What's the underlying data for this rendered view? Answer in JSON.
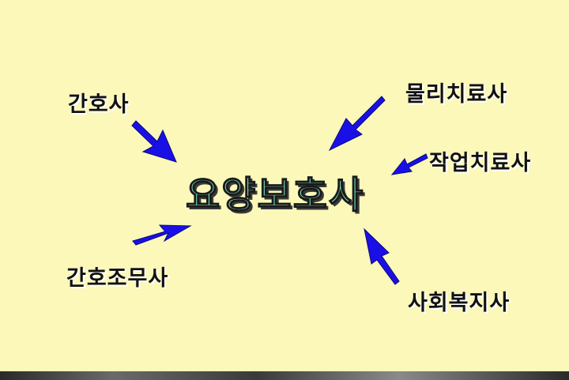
{
  "diagram": {
    "center": {
      "text": "요양보호사"
    },
    "nodes": [
      {
        "id": "nurse",
        "text": "간호사"
      },
      {
        "id": "aide",
        "text": "간호조무사"
      },
      {
        "id": "pt",
        "text": "물리치료사"
      },
      {
        "id": "ot",
        "text": "작업치료사"
      },
      {
        "id": "sw",
        "text": "사회복지사"
      }
    ],
    "colors": {
      "background": "#fbf8b9",
      "arrow": "#1a10e6",
      "center_text": "#7fe8c4",
      "label_text": "#111111"
    }
  }
}
